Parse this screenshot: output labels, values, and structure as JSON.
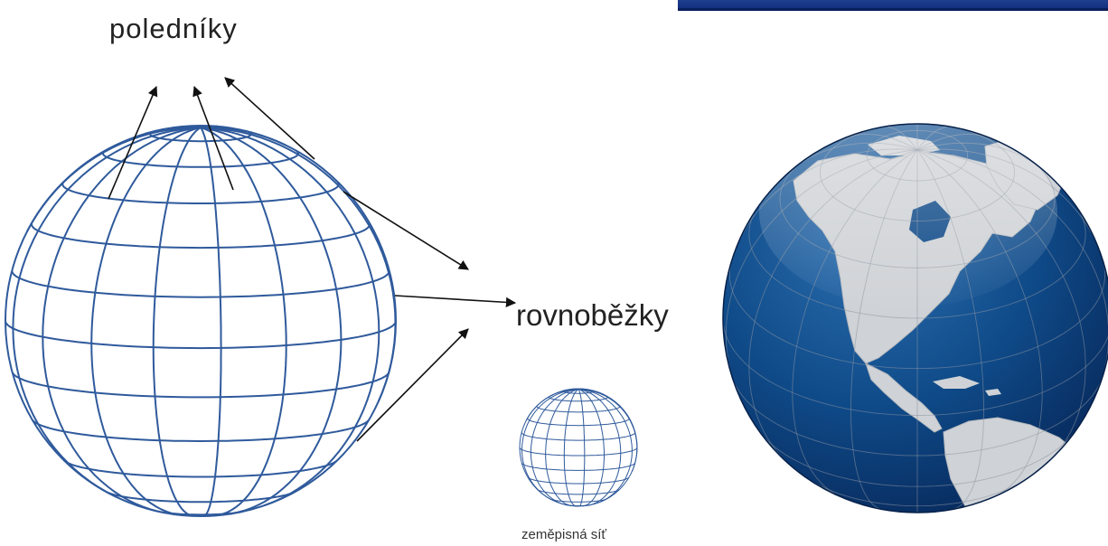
{
  "labels": {
    "meridians": "poledníky",
    "parallels": "rovnoběžky",
    "grid": "zeměpisná síť"
  },
  "colors": {
    "grid_line": "#2f5a9c",
    "arrow": "#111111",
    "ocean": "#0d3f78",
    "land": "#cfd2d6",
    "banner": "#12307f"
  },
  "icons": {
    "large_globe": "wireframe-globe-icon",
    "small_globe": "wireframe-globe-icon",
    "earth": "earth-globe-icon"
  }
}
